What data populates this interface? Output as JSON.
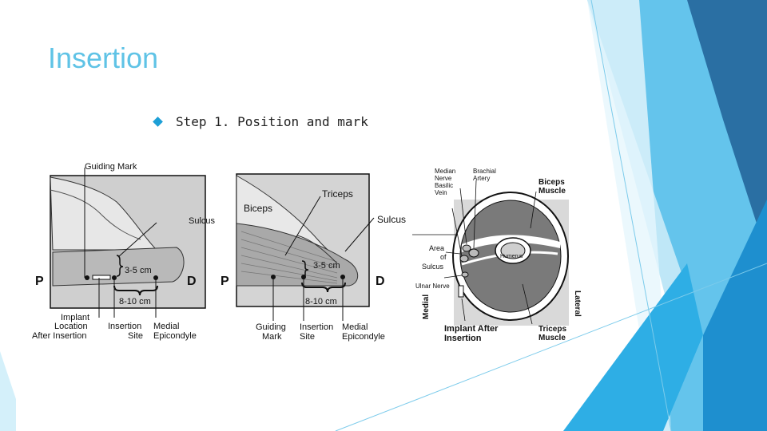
{
  "slide": {
    "title": "Insertion",
    "bullet": "Step 1. Position and mark"
  },
  "figure1": {
    "guiding_mark": "Guiding Mark",
    "sulcus": "Sulcus",
    "dist_short": "3-5 cm",
    "dist_long": "8-10 cm",
    "proximal": "P",
    "distal": "D",
    "implant_location_l1": "Implant",
    "implant_location_l2": "Location",
    "implant_location_l3": "After Insertion",
    "insertion_site_l1": "Insertion",
    "insertion_site_l2": "Site",
    "medial_epicondyle_l1": "Medial",
    "medial_epicondyle_l2": "Epicondyle"
  },
  "figure2": {
    "triceps": "Triceps",
    "biceps": "Biceps",
    "sulcus": "Sulcus",
    "dist_short": "3-5 cm",
    "dist_long": "8-10 cm",
    "proximal": "P",
    "distal": "D",
    "guiding_mark_l1": "Guiding",
    "guiding_mark_l2": "Mark",
    "insertion_site_l1": "Insertion",
    "insertion_site_l2": "Site",
    "medial_epicondyle_l1": "Medial",
    "medial_epicondyle_l2": "Epicondyle"
  },
  "figure3": {
    "median_nerve_l1": "Median",
    "median_nerve_l2": "Nerve",
    "basilic_vein_l1": "Basilic",
    "basilic_vein_l2": "Vein",
    "brachial_artery_l1": "Brachial",
    "brachial_artery_l2": "Artery",
    "biceps_muscle_l1": "Biceps",
    "biceps_muscle_l2": "Muscle",
    "humerus": "Humerus",
    "area_of_sulcus_l1": "Area",
    "area_of_sulcus_l2": "of",
    "area_of_sulcus_l3": "Sulcus",
    "ulnar_nerve": "Ulnar Nerve",
    "medial": "Medial",
    "lateral": "Lateral",
    "implant_after_l1": "Implant After",
    "implant_after_l2": "Insertion",
    "triceps_muscle_l1": "Triceps",
    "triceps_muscle_l2": "Muscle"
  },
  "colors": {
    "title": "#5fc3e6",
    "bullet": "#1d9fd6",
    "decor_dark": "#2a6fa3",
    "decor_mid": "#3aa7dc",
    "decor_light": "#8fd6f2"
  }
}
